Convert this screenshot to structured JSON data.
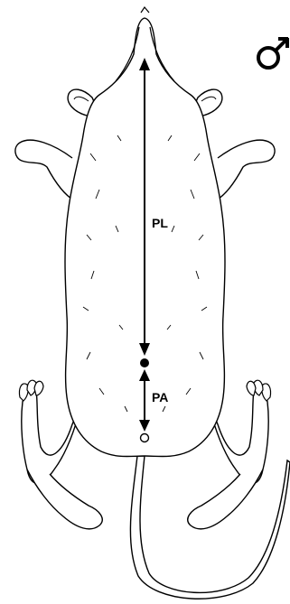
{
  "labels": {
    "upper": "PL",
    "lower": "PA"
  },
  "symbols": {
    "sex": "male-symbol"
  },
  "colors": {
    "outline": "#000000",
    "fill": "#ffffff",
    "marker": "#000000"
  }
}
